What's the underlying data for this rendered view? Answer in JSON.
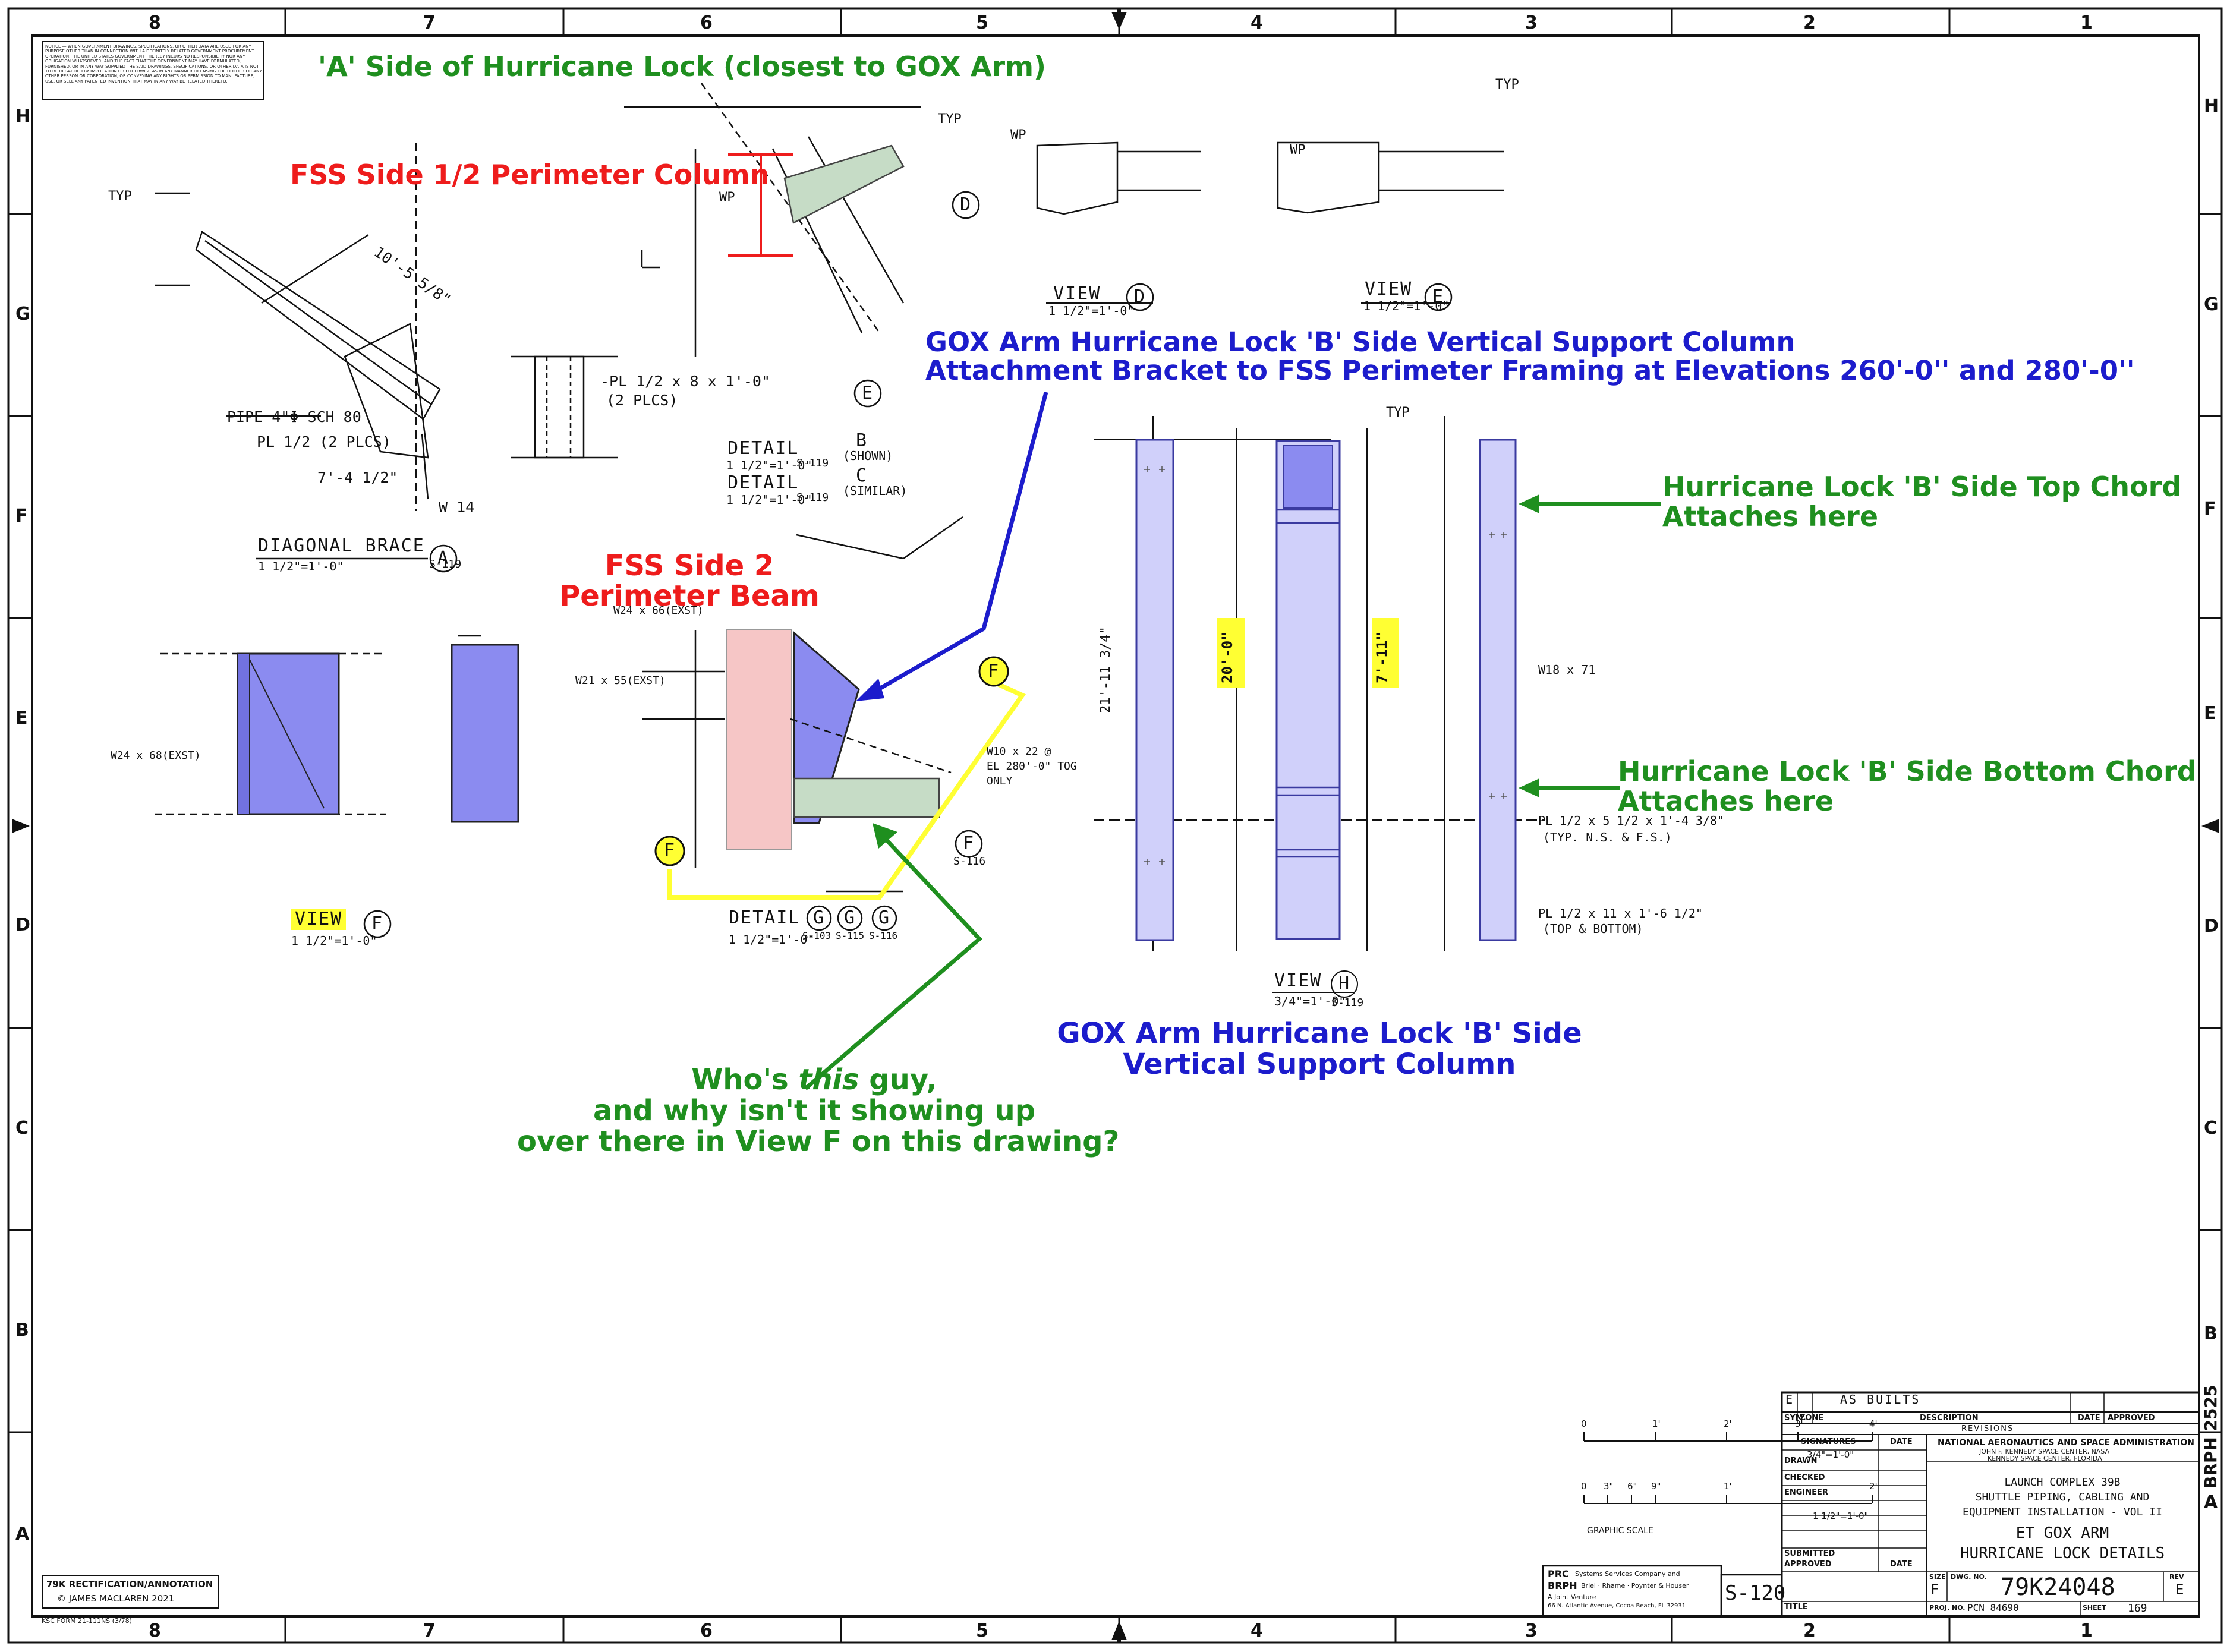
{
  "grid": {
    "columns": [
      "8",
      "7",
      "6",
      "5",
      "4",
      "3",
      "2",
      "1"
    ],
    "rows": [
      "H",
      "G",
      "F",
      "E",
      "D",
      "C",
      "B",
      "A"
    ]
  },
  "annotations": {
    "a_side": "'A' Side of Hurricane Lock (closest to GOX Arm)",
    "fss_column": "FSS Side 1/2 Perimeter Column",
    "gox_bracket_line1": "GOX Arm Hurricane Lock 'B' Side Vertical Support Column",
    "gox_bracket_line2": "Attachment Bracket to FSS Perimeter Framing at Elevations 260'-0'' and 280'-0''",
    "fss_beam_line1": "FSS Side 2",
    "fss_beam_line2": "Perimeter Beam",
    "top_chord_line1": "Hurricane Lock 'B' Side Top Chord",
    "top_chord_line2": "Attaches here",
    "bottom_chord_line1": "Hurricane Lock 'B' Side Bottom Chord",
    "bottom_chord_line2": "Attaches here",
    "column_label_line1": "GOX Arm Hurricane Lock 'B' Side",
    "column_label_line2": "Vertical Support Column",
    "question_line1_a": "Who's ",
    "question_line1_b": "this",
    "question_line1_c": " guy,",
    "question_line2": "and why isn't it showing up",
    "question_line3": "over there in View F on this drawing?"
  },
  "drawing_labels": {
    "detail_b": "DETAIL",
    "detail_b_scale": "1 1/2\"=1'-0\"",
    "detail_b_shown": "(SHOWN)",
    "detail_c": "DETAIL",
    "detail_c_scale": "1 1/2\"=1'-0\"",
    "detail_c_similar": "(SIMILAR)",
    "diagonal_brace": "DIAGONAL BRACE",
    "diagonal_brace_scale": "1 1/2\"=1'-0\"",
    "view_f": "VIEW",
    "view_f_scale": "1 1/2\"=1'-0\"",
    "detail_g": "DETAIL",
    "detail_g_scale": "1 1/2\"=1'-0\"",
    "view_d": "VIEW",
    "view_d_scale": "1 1/2\"=1'-0\"",
    "view_e": "VIEW",
    "view_e_scale": "1 1/2\"=1'-0\"",
    "view_h": "VIEW",
    "view_h_scale": "3/4\"=1'-0\"",
    "pipe": "PIPE 4\"Φ SCH 80",
    "pl_2plcs": "PL 1/2 (2 PLCS)",
    "pl_8x1": "-PL 1/2 x 8 x 1'-0\"",
    "pl_8x1_b": "(2 PLCS)",
    "w14": "W 14",
    "w24_66": "W24 x 66(EXST)",
    "w21_55": "W21 x 55(EXST)",
    "w10": "W10 x 22 @",
    "w10_b": "EL 280'-0\" TOG",
    "w10_c": "ONLY",
    "w24_68": "W24 x 68(EXST)",
    "w18": "W18 x 71",
    "pl_typ": "PL 1/2 x 5 1/2 x 1'-4 3/8\"",
    "pl_typ_b": "(TYP. N.S. & F.S.)",
    "pl_top": "PL 1/2 x 11 x 1'-6 1/2\"",
    "pl_top_b": "(TOP & BOTTOM)",
    "wp": "WP",
    "typ": "TYP",
    "dim_20": "20'-0\"",
    "dim_7": "7'-11\"",
    "dim_21": "21'-11 3/4\"",
    "dim_10_5": "10'-5 5/8\"",
    "dim_7_4": "7'-4 1/2\"",
    "ref_s119": "S-119",
    "ref_s103": "S-103",
    "ref_s115": "S-115",
    "ref_s116": "S-116",
    "letter_a": "A",
    "letter_b": "B",
    "letter_c": "C",
    "letter_d": "D",
    "letter_e": "E",
    "letter_f": "F",
    "letter_g": "G",
    "letter_h": "H"
  },
  "graphic_scale": {
    "label": "GRAPHIC SCALE",
    "scale1": "3/4\"=1'-0\"",
    "scale2": "1 1/2\"=1'-0\"",
    "ticks1": [
      "0",
      "1'",
      "2'",
      "3'",
      "4'"
    ],
    "ticks2": [
      "0",
      "3\"",
      "6\"",
      "9\"",
      "1'",
      "2'"
    ]
  },
  "title_block": {
    "rev_letter": "E",
    "rev_desc": "AS BUILTS",
    "col_sym": "SYM.",
    "col_zone": "ZONE",
    "col_desc": "DESCRIPTION",
    "col_date": "DATE",
    "col_approved": "APPROVED",
    "revisions": "REVISIONS",
    "signatures": "SIGNATURES",
    "date": "DATE",
    "drawn": "DRAWN",
    "checked": "CHECKED",
    "engineer": "ENGINEER",
    "submitted": "SUBMITTED",
    "approved": "APPROVED",
    "title": "TITLE",
    "agency": "NATIONAL AERONAUTICS AND SPACE ADMINISTRATION",
    "center": "JOHN F. KENNEDY SPACE CENTER, NASA",
    "location": "KENNEDY SPACE CENTER, FLORIDA",
    "project1": "LAUNCH COMPLEX 39B",
    "project2": "SHUTTLE PIPING, CABLING AND",
    "project3": "EQUIPMENT INSTALLATION - VOL II",
    "dwg_title1": "ET GOX ARM",
    "dwg_title2": "HURRICANE LOCK DETAILS",
    "size_label": "SIZE",
    "size": "F",
    "dwg_no_label": "DWG. NO.",
    "dwg_no": "79K24048",
    "rev_label": "REV",
    "rev": "E",
    "proj_no_label": "PROJ. NO.",
    "pcn": "PCN 84690",
    "sheet_label": "SHEET",
    "sheet": "169",
    "sheet_ref": "S-120",
    "brph": "BRPH 2525",
    "prc": "PRC",
    "prc_desc": "Systems Services Company and",
    "brph_firm": "BRPH",
    "brph_desc": "Briel · Rhame · Poynter & Houser",
    "joint": "A Joint Venture",
    "address": "66 N. Atlantic Avenue, Cocoa Beach, FL 32931"
  },
  "credits": {
    "line1": "79K RECTIFICATION/ANNOTATION",
    "line2": "© JAMES MACLAREN 2021"
  },
  "form_no": "KSC FORM 21-111NS (3/78)",
  "notice": "NOTICE — WHEN GOVERNMENT DRAWINGS, SPECIFICATIONS, OR OTHER DATA ARE USED FOR ANY PURPOSE OTHER THAN IN CONNECTION WITH A DEFINITELY RELATED GOVERNMENT PROCUREMENT OPERATION, THE UNITED STATES GOVERNMENT THEREBY INCURS NO RESPONSIBILITY NOR ANY OBLIGATION WHATSOEVER; AND THE FACT THAT THE GOVERNMENT MAY HAVE FORMULATED, FURNISHED, OR IN ANY WAY SUPPLIED THE SAID DRAWINGS, SPECIFICATIONS, OR OTHER DATA IS NOT TO BE REGARDED BY IMPLICATION OR OTHERWISE AS IN ANY MANNER LICENSING THE HOLDER OR ANY OTHER PERSON OR CORPORATION, OR CONVEYING ANY RIGHTS OR PERMISSION TO MANUFACTURE, USE, OR SELL ANY PATENTED INVENTION THAT MAY IN ANY WAY BE RELATED THERETO.",
  "colors": {
    "annotation_green": "#1f8f1f",
    "annotation_red": "#ee1c1c",
    "annotation_blue": "#1c1ccc",
    "member_blue": "#8b8bf0",
    "member_lightblue": "#d0d0fa",
    "member_pink": "#f6c6c6",
    "member_green": "#c6dcc6",
    "highlight_yellow": "#ffff33",
    "column_outline": "#3a3aa0"
  }
}
